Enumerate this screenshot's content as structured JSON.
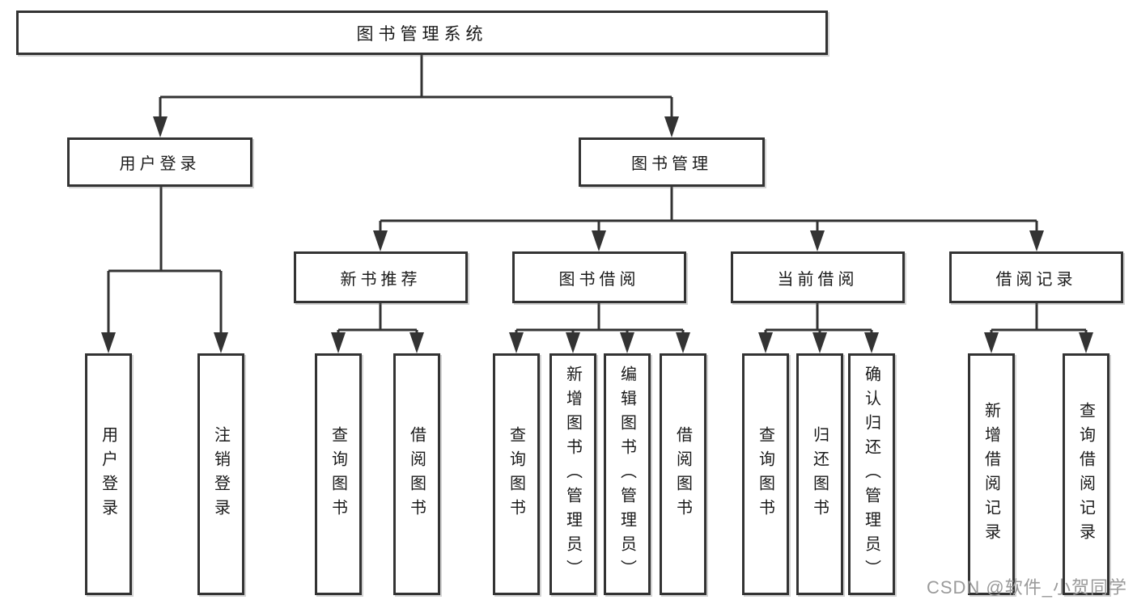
{
  "tree": {
    "root": {
      "label": "图书管理系统"
    },
    "level2": [
      {
        "label": "用户登录",
        "children": [
          {
            "label": "用户登录"
          },
          {
            "label": "注销登录"
          }
        ]
      },
      {
        "label": "图书管理",
        "children": [
          {
            "label": "新书推荐",
            "children": [
              {
                "label": "查询图书"
              },
              {
                "label": "借阅图书"
              }
            ]
          },
          {
            "label": "图书借阅",
            "children": [
              {
                "label": "查询图书"
              },
              {
                "label": "新增图书（管理员）"
              },
              {
                "label": "编辑图书（管理员）"
              },
              {
                "label": "借阅图书"
              }
            ]
          },
          {
            "label": "当前借阅",
            "children": [
              {
                "label": "查询图书"
              },
              {
                "label": "归还图书"
              },
              {
                "label": "确认归还（管理员）"
              }
            ]
          },
          {
            "label": "借阅记录",
            "children": [
              {
                "label": "新增借阅记录"
              },
              {
                "label": "查询借阅记录"
              }
            ]
          }
        ]
      }
    ]
  },
  "watermark": "CSDN @软件_小贺同学",
  "colors": {
    "line": "#333333",
    "box_background": "#ffffff",
    "text": "#1a1a1a",
    "watermark": "#9a9a9a",
    "background": "#ffffff"
  }
}
